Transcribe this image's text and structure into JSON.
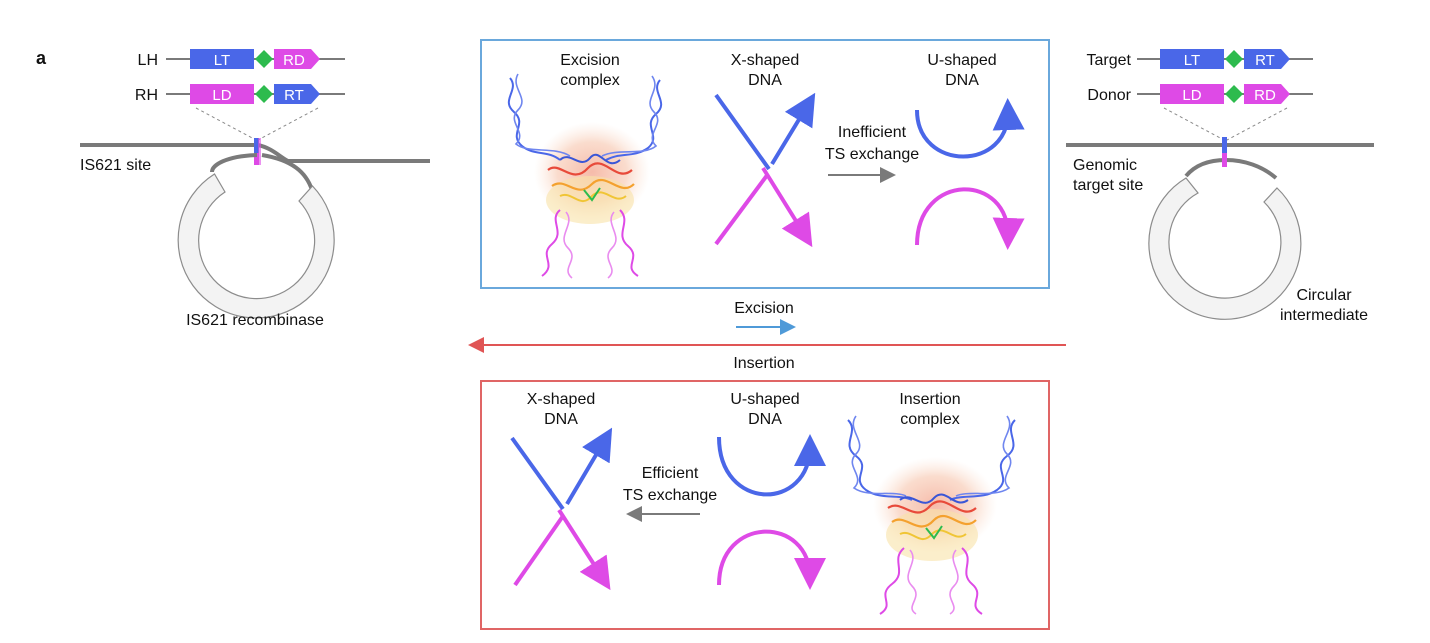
{
  "panel_label": "a",
  "colors": {
    "blue": "#4a67e8",
    "magenta": "#de4ae6",
    "green": "#2dbb4e",
    "gray": "#7a7a7a",
    "excision_frame": "#6aa8dc",
    "insertion_frame": "#e06565",
    "excision_arrow": "#4f9ad8",
    "insertion_arrow": "#e05555",
    "circle_fill": "#f3f3f3"
  },
  "left": {
    "row1_label": "LH",
    "row1_seg1": "LT",
    "row1_seg2": "RD",
    "row2_label": "RH",
    "row2_seg1": "LD",
    "row2_seg2": "RT",
    "site_label": "IS621 site",
    "recombinase_label": "IS621 recombinase"
  },
  "right": {
    "row1_label": "Target",
    "row1_seg1": "LT",
    "row1_seg2": "RT",
    "row2_label": "Donor",
    "row2_seg1": "LD",
    "row2_seg2": "RD",
    "site_label_line1": "Genomic",
    "site_label_line2": "target site",
    "intermediate_line1": "Circular",
    "intermediate_line2": "intermediate"
  },
  "excision_box": {
    "complex_line1": "Excision",
    "complex_line2": "complex",
    "x_line1": "X-shaped",
    "x_line2": "DNA",
    "u_line1": "U-shaped",
    "u_line2": "DNA",
    "exchange_line1": "Inefficient",
    "exchange_line2": "TS exchange"
  },
  "middle": {
    "excision_label": "Excision",
    "insertion_label": "Insertion"
  },
  "insertion_box": {
    "x_line1": "X-shaped",
    "x_line2": "DNA",
    "u_line1": "U-shaped",
    "u_line2": "DNA",
    "complex_line1": "Insertion",
    "complex_line2": "complex",
    "exchange_line1": "Efficient",
    "exchange_line2": "TS exchange"
  }
}
